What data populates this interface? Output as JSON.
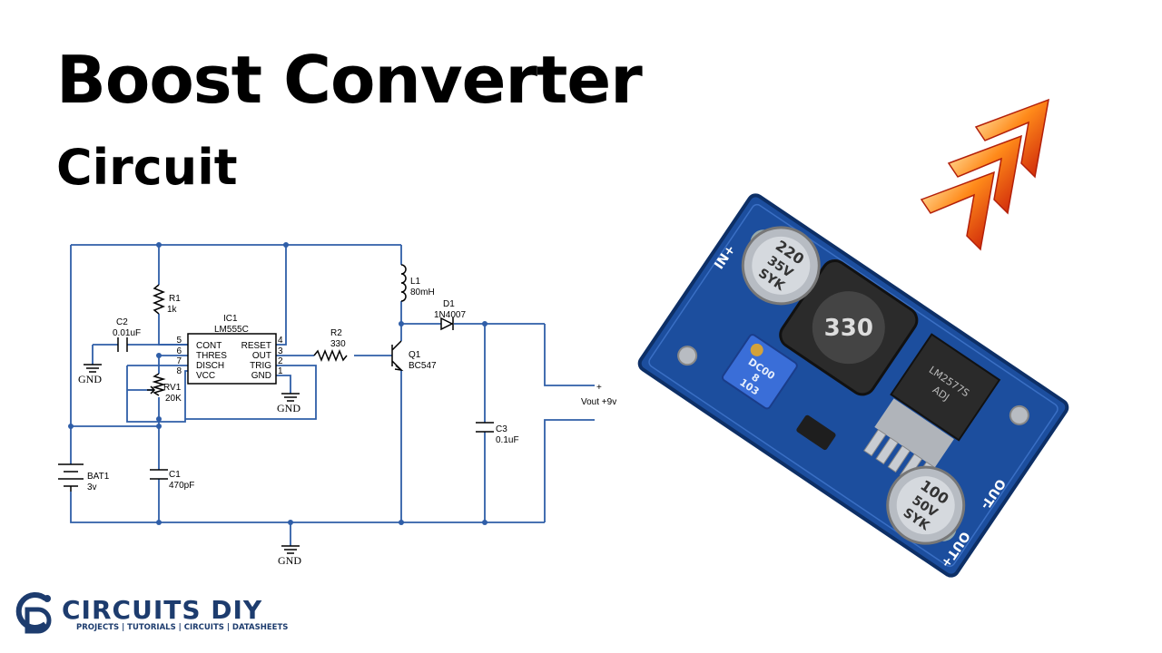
{
  "header": {
    "title": "Boost Converter",
    "subtitle": "Circuit"
  },
  "schematic": {
    "ic": {
      "ref": "IC1",
      "part": "LM555C",
      "pins_left": [
        "CONT",
        "THRES",
        "DISCH",
        "VCC"
      ],
      "pins_right": [
        "RESET",
        "OUT",
        "TRIG",
        "GND"
      ],
      "pin_nums_left": [
        "5",
        "6",
        "7",
        "8"
      ],
      "pin_nums_right": [
        "4",
        "3",
        "2",
        "1"
      ]
    },
    "r1": {
      "ref": "R1",
      "value": "1k"
    },
    "c2": {
      "ref": "C2",
      "value": "0.01uF"
    },
    "rv1": {
      "ref": "RV1",
      "value": "20K"
    },
    "c1": {
      "ref": "C1",
      "value": "470pF"
    },
    "bat1": {
      "ref": "BAT1",
      "value": "3v"
    },
    "r2": {
      "ref": "R2",
      "value": "330"
    },
    "q1": {
      "ref": "Q1",
      "value": "BC547"
    },
    "l1": {
      "ref": "L1",
      "value": "80mH"
    },
    "d1": {
      "ref": "D1",
      "value": "1N4007"
    },
    "c3": {
      "ref": "C3",
      "value": "0.1uF"
    },
    "out": {
      "plus": "+",
      "label": "Vout +9v"
    },
    "gnd": "GND",
    "wire_color": "#2f5ea8"
  },
  "module": {
    "cap_top": [
      "220",
      "35V",
      "SYK"
    ],
    "cap_bottom": [
      "100",
      "50V",
      "SYK"
    ],
    "inductor": "330",
    "trimmer": [
      "DC00",
      "8",
      "103"
    ],
    "chip": [
      "LM2577S",
      "ADJ"
    ],
    "in_plus": "IN+",
    "out_plus": "OUT+",
    "out_minus": "OUT-",
    "board_color": "#1c4e9e"
  },
  "brand": {
    "name": "CIRCUITS DIY",
    "tagline": "PROJECTS | TUTORIALS | CIRCUITS | DATASHEETS",
    "color": "#1d3c6e"
  }
}
